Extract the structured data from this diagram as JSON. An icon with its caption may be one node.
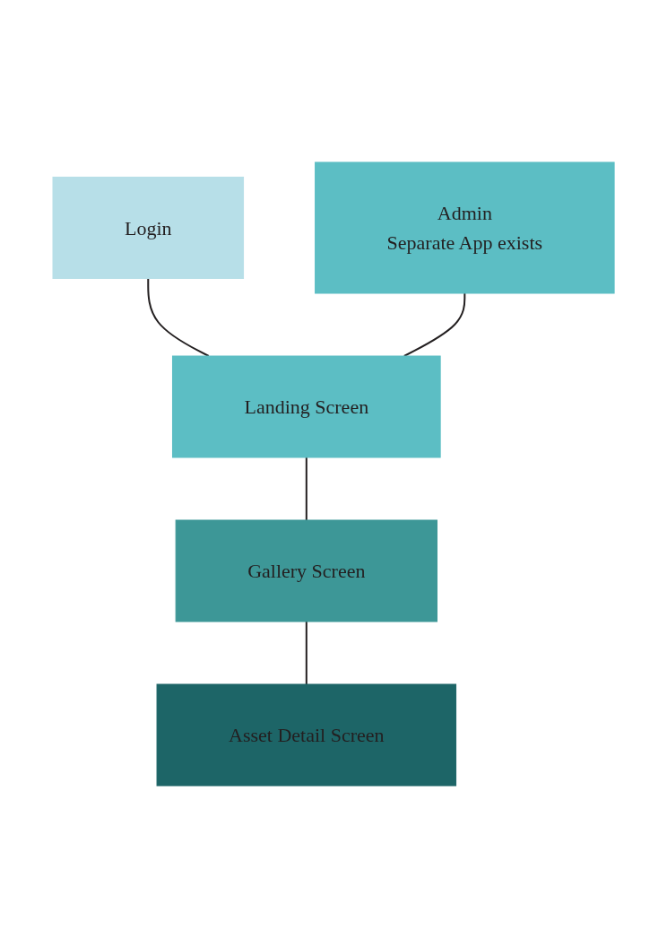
{
  "diagram": {
    "nodes": [
      {
        "text": [
          "Login"
        ]
      },
      {
        "text": [
          "Admin",
          "Separate App exists"
        ]
      },
      {
        "text": [
          "Landing Screen"
        ]
      },
      {
        "text": [
          "Gallery Screen"
        ]
      },
      {
        "text": [
          "Asset Detail Screen"
        ]
      }
    ],
    "edges": [
      {
        "from": 0,
        "to": 2,
        "arrow": "none"
      },
      {
        "from": 1,
        "to": 2,
        "arrow": "none"
      },
      {
        "from": 2,
        "to": 3,
        "arrow": "none"
      },
      {
        "from": 3,
        "to": 4,
        "arrow": "none"
      }
    ]
  }
}
